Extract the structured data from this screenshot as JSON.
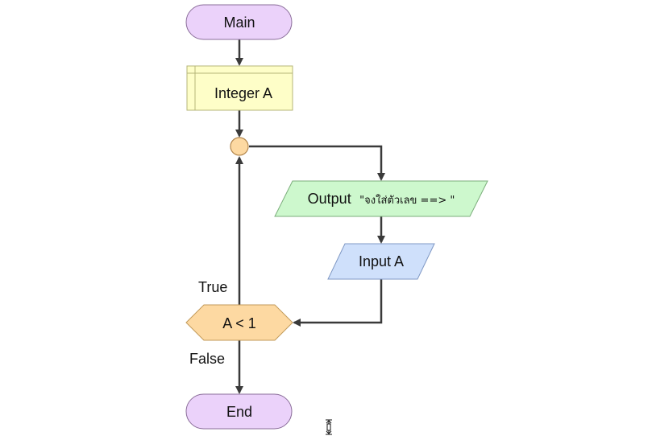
{
  "flowchart": {
    "nodes": {
      "main": {
        "label": "Main",
        "type": "terminal"
      },
      "declare": {
        "label": "Integer A",
        "type": "declare"
      },
      "output": {
        "label_prefix": "Output",
        "label_value": "\"จงใส่ตัวเลข ==> \"",
        "type": "output"
      },
      "input": {
        "label": "Input A",
        "type": "input"
      },
      "decision": {
        "label": "A < 1",
        "type": "decision"
      },
      "end": {
        "label": "End",
        "type": "terminal"
      }
    },
    "edge_labels": {
      "true": "True",
      "false": "False"
    }
  },
  "colors": {
    "terminal_fill": "#ebd2fa",
    "terminal_stroke": "#8a6d99",
    "declare_fill": "#fefec8",
    "declare_stroke": "#b5b579",
    "output_fill": "#cdf8cd",
    "output_stroke": "#7bad7b",
    "input_fill": "#cfe0fb",
    "input_stroke": "#7f98c4",
    "decision_fill": "#fdd9a2",
    "decision_stroke": "#c29a5a",
    "junction_fill": "#fdd9a2",
    "junction_stroke": "#b2864c",
    "connector": "#3a3a3a"
  },
  "cursor": {
    "icon": "text-cursor-icon"
  }
}
